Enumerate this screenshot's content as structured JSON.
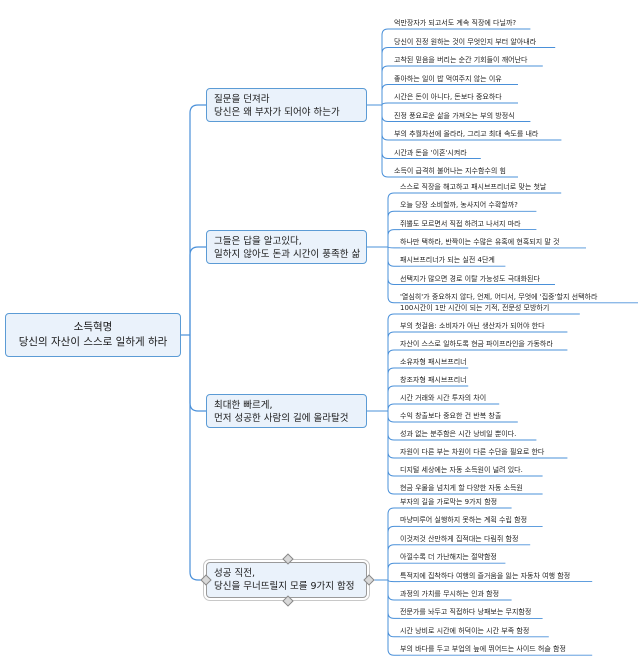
{
  "root": {
    "line1": "소득혁명",
    "line2": "당신의 자산이 스스로 일하게 하라"
  },
  "branches": [
    {
      "lines": [
        "질문을 던져라",
        "당신은 왜 부자가 되어야 하는가"
      ],
      "leaves": [
        "억만장자가 되고서도 계속 직장에 다닐까?",
        "당신이 진정 원하는 것이 무엇인지 부터 알아내라",
        "고착된 믿음을 버리는 순간 기회들이 깨어난다",
        "좋아하는 일이 밥 먹여주지 않는 이유",
        "시간은 돈이 아니다, 돈보다 중요하다",
        "진정 풍요로운 삶을 가져오는 부의 방정식",
        "부의 추월차선에 올라라, 그리고 최대 속도를 내라",
        "시간과 돈을 '이혼'시켜라",
        "소득이 급격히 불어나는 지수함수의 힘"
      ]
    },
    {
      "lines": [
        "그들은 답을 알고있다,",
        "일하지 않아도 돈과 시간이 풍족한 삶"
      ],
      "leaves": [
        "스스로 직장을 해고하고 패시브프리너로 맞는 첫날",
        "오늘 당장 소비할까, 농사지어 수확할까?",
        "쥐뿔도 모르면서 직접 하려고 나서지 마라",
        "하나만 택하라, 반짝이는 수많은 유혹에 현혹되지 말 것",
        "패시브프리너가 되는 실전 4단계",
        "선택지가 많으면 경로 이탈 가능성도 극대화된다",
        "'열심히'가 중요하지 않다, 언제, 어디서, 무엇에 '집중'할지 선택하라"
      ]
    },
    {
      "lines": [
        "최대한 빠르게,",
        "먼저 성공한 사람의 길에 올라탈것"
      ],
      "leaves": [
        "100시간이 1만 시간이 되는 기적, 전문성 모방하기",
        "부의 첫걸음: 소비자가 아닌 생산자가 되어야 한다",
        "자산이 스스로 일하도록 현금 파이프라인을 가동하라",
        "소유자형 패시브프리너",
        "창조자형 패시브프리너",
        "시간 거래와 시간 투자의 차이",
        "수익 창출보다 중요한 건 반복 창출",
        "성과 없는 분주함은 시간 낭비일 뿐이다.",
        "자원이 다른 부는 차원이 다른 수단을 필요로 한다",
        "디지털 세상에는 자동 소득원이 널려 있다.",
        "현금 우물을 넘치게 할 다양한 자동 소득원"
      ]
    },
    {
      "lines": [
        "성공 직전,",
        "당신을 무너뜨릴지 모를 9가지 함정"
      ],
      "leaves": [
        "부자의 길을 가로막는 9가지 함정",
        "마냥미루어 실행하지 못하는 계획 수립 함정",
        "이것저것 산만하게 집적대는 다림쥐 함정",
        "아낄수록 더 가난해지는 절약함정",
        "특적지에 집착하다 여행의 즐거움을 잃는 자동차 여행 함정",
        "과정의 가치를 무시하는 인과 함정",
        "전문가를 놔두고 직접하다 낭패보는 무지함정",
        "시간 낭비로 시간에 허덕이는 시간 부족 함정",
        "부의 바다를 두고 부업의 늪에 뛰어드는 사이드 허슬 함정"
      ]
    }
  ]
}
